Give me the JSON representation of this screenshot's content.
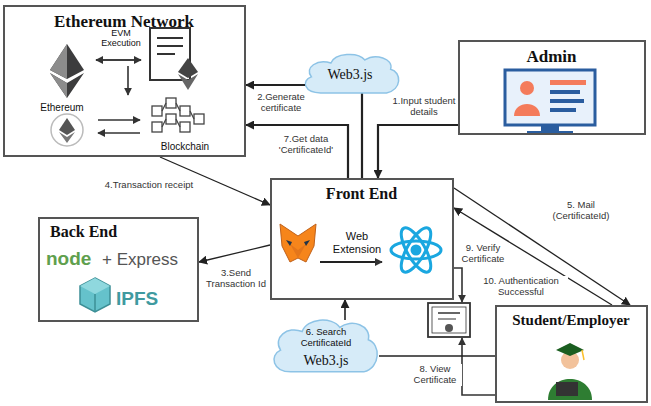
{
  "diagram": {
    "nodes": [
      {
        "text": [
          "Ethereum Network",
          "EVM Execution",
          "Ethereum",
          "Blockchain"
        ]
      },
      {
        "text": [
          "Web3.js"
        ]
      },
      {
        "text": [
          "Admin"
        ]
      },
      {
        "text": [
          "Front End",
          "Web Extension"
        ]
      },
      {
        "text": [
          "Back End",
          "node",
          "+ Express",
          "IPFS"
        ]
      },
      {
        "text": [
          "6. Search CertificateId",
          "Web3.js"
        ]
      },
      {
        "text": [
          "Student/Employer"
        ]
      }
    ],
    "edges": [
      {
        "from": 2,
        "to": 3,
        "label": "1.Input student details",
        "arrow": "to"
      },
      {
        "from": 3,
        "to": 0,
        "label": "2.Generate certificate",
        "arrow": "to"
      },
      {
        "from": 0,
        "to": 3,
        "label": "4.Transaction receipt",
        "arrow": "to"
      },
      {
        "from": 3,
        "to": 4,
        "label": "3.Send Transaction Id",
        "arrow": "to"
      },
      {
        "from": 3,
        "to": 6,
        "label": "5. Mail (CertificateId)",
        "arrow": "to"
      },
      {
        "from": 6,
        "to": 3,
        "label": "9. Verify Certificate",
        "arrow": "to"
      },
      {
        "from": 3,
        "to": 0,
        "label": "7.Get data 'CertificateId'",
        "arrow": "to"
      },
      {
        "from": 5,
        "to": 3,
        "arrow": "to"
      },
      {
        "from": 6,
        "to": 5,
        "arrow": "none"
      }
    ],
    "labels": [
      "8. View Certificate",
      "10. Authentication Successful"
    ]
  }
}
